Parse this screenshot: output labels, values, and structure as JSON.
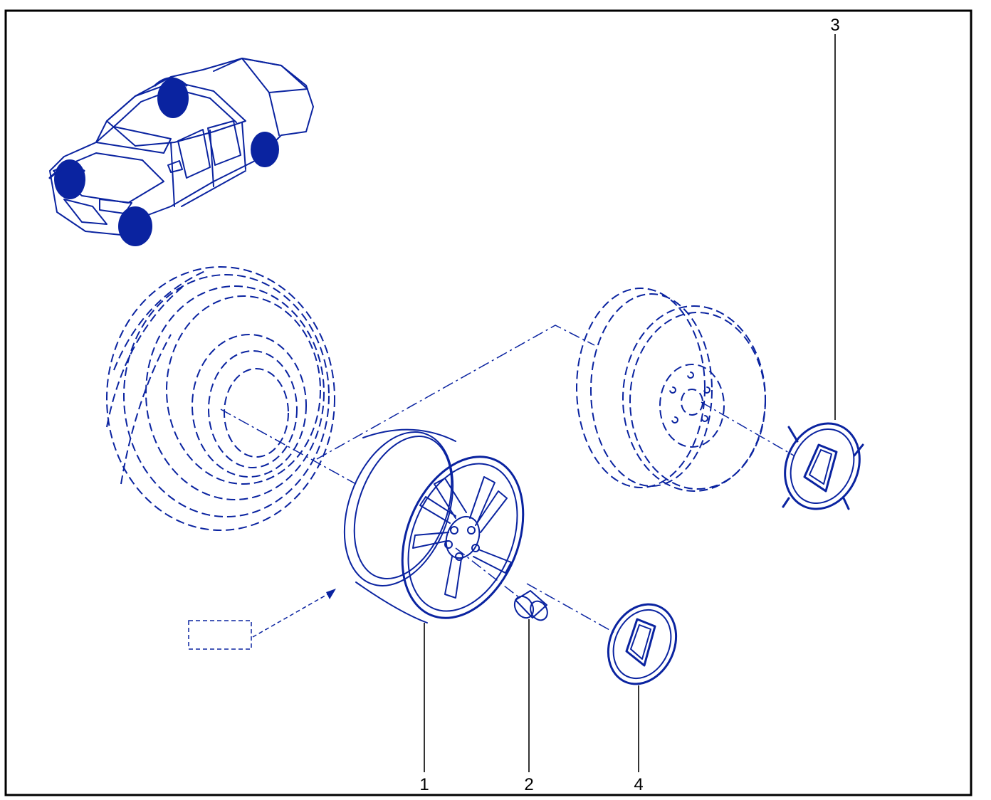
{
  "callouts": {
    "wheel_rim": "1",
    "wheel_nut": "2",
    "spare_wheel_hub_cap": "3",
    "wheel_center_cap": "4"
  },
  "colors": {
    "line_color": "#0a23a0",
    "frame_color": "#000000",
    "background": "#ffffff"
  }
}
